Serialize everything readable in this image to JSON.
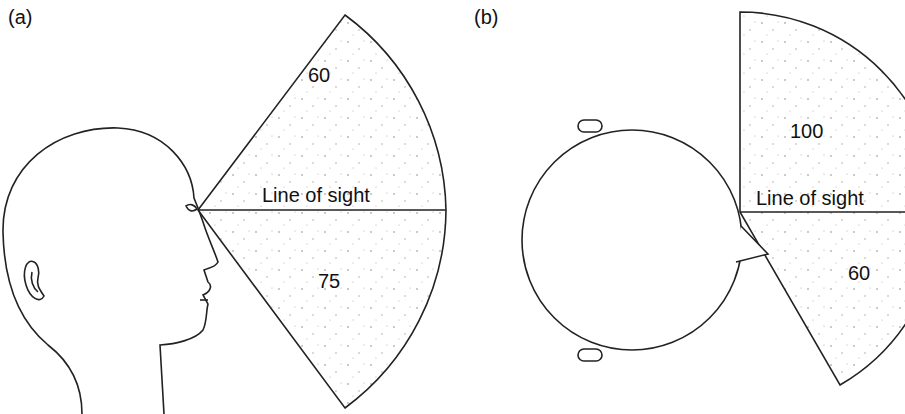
{
  "diagram": {
    "labels": [
      "(a)",
      "60",
      "Line of sight",
      "75",
      "(b)",
      "100",
      "Line of sight",
      "60"
    ]
  }
}
